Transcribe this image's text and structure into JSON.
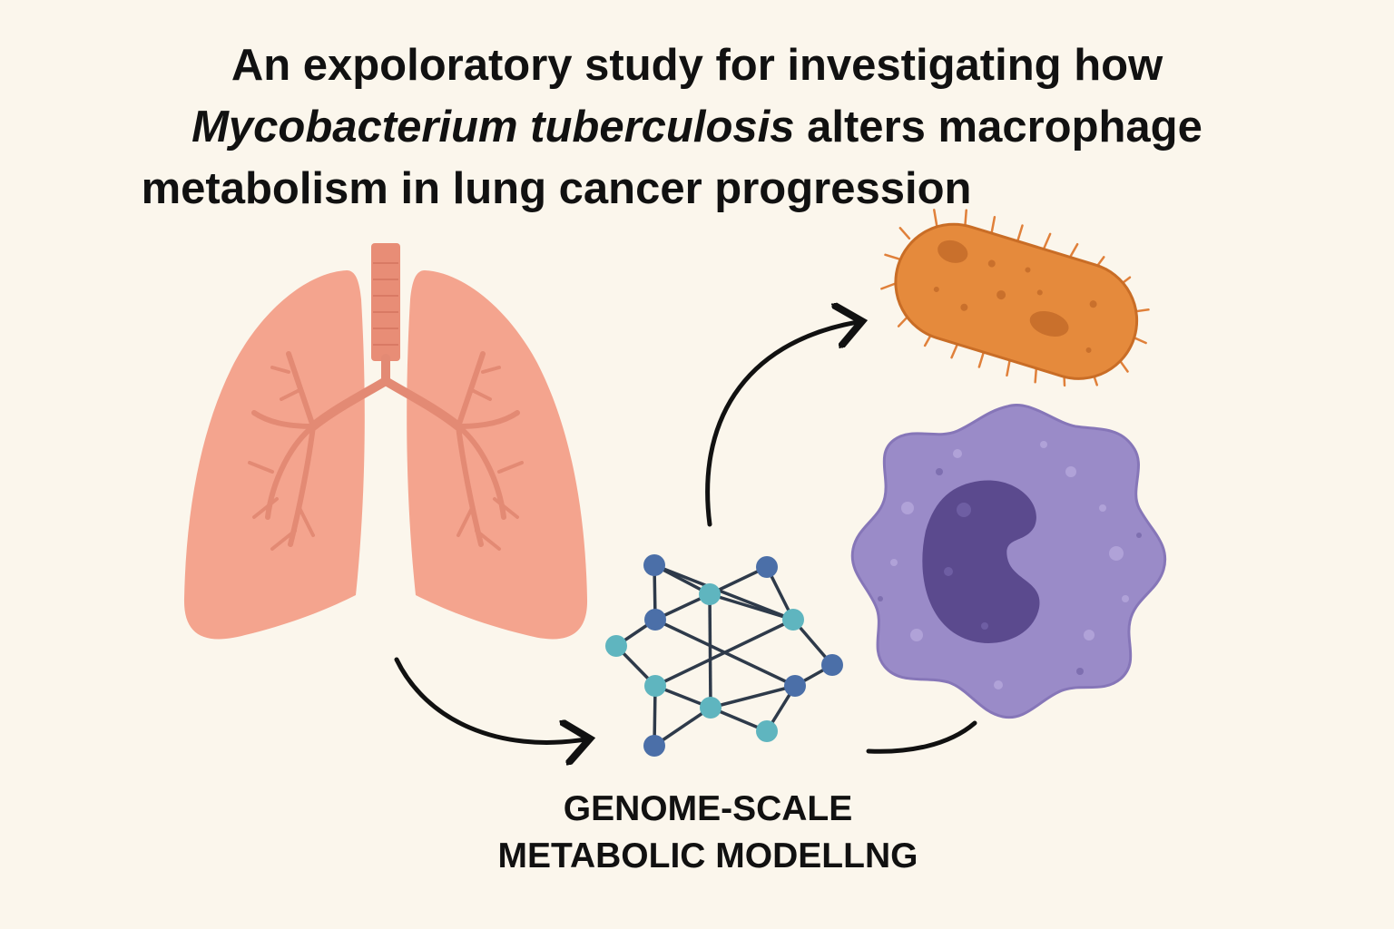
{
  "title": {
    "line1": "An expoloratory study for investigating how",
    "line2_italic": "Mycobacterium tuberculosis",
    "line2_rest": " alters macrophage",
    "line3": "metabolism in lung cancer progression"
  },
  "caption": {
    "line1": "GENOME-SCALE",
    "line2": "METABOLIC MODELLNG"
  },
  "icons": [
    "lungs-icon",
    "bacterium-icon",
    "macrophage-icon",
    "network-icon",
    "arrow-icon"
  ],
  "colors": {
    "background": "#fbf6ec",
    "lung": "#f2a08a",
    "bacterium": "#e58a3c",
    "macrophage": "#9a8bc8",
    "network_node_blue": "#4b6fa8",
    "network_node_teal": "#5fb5bf",
    "text": "#111111"
  }
}
